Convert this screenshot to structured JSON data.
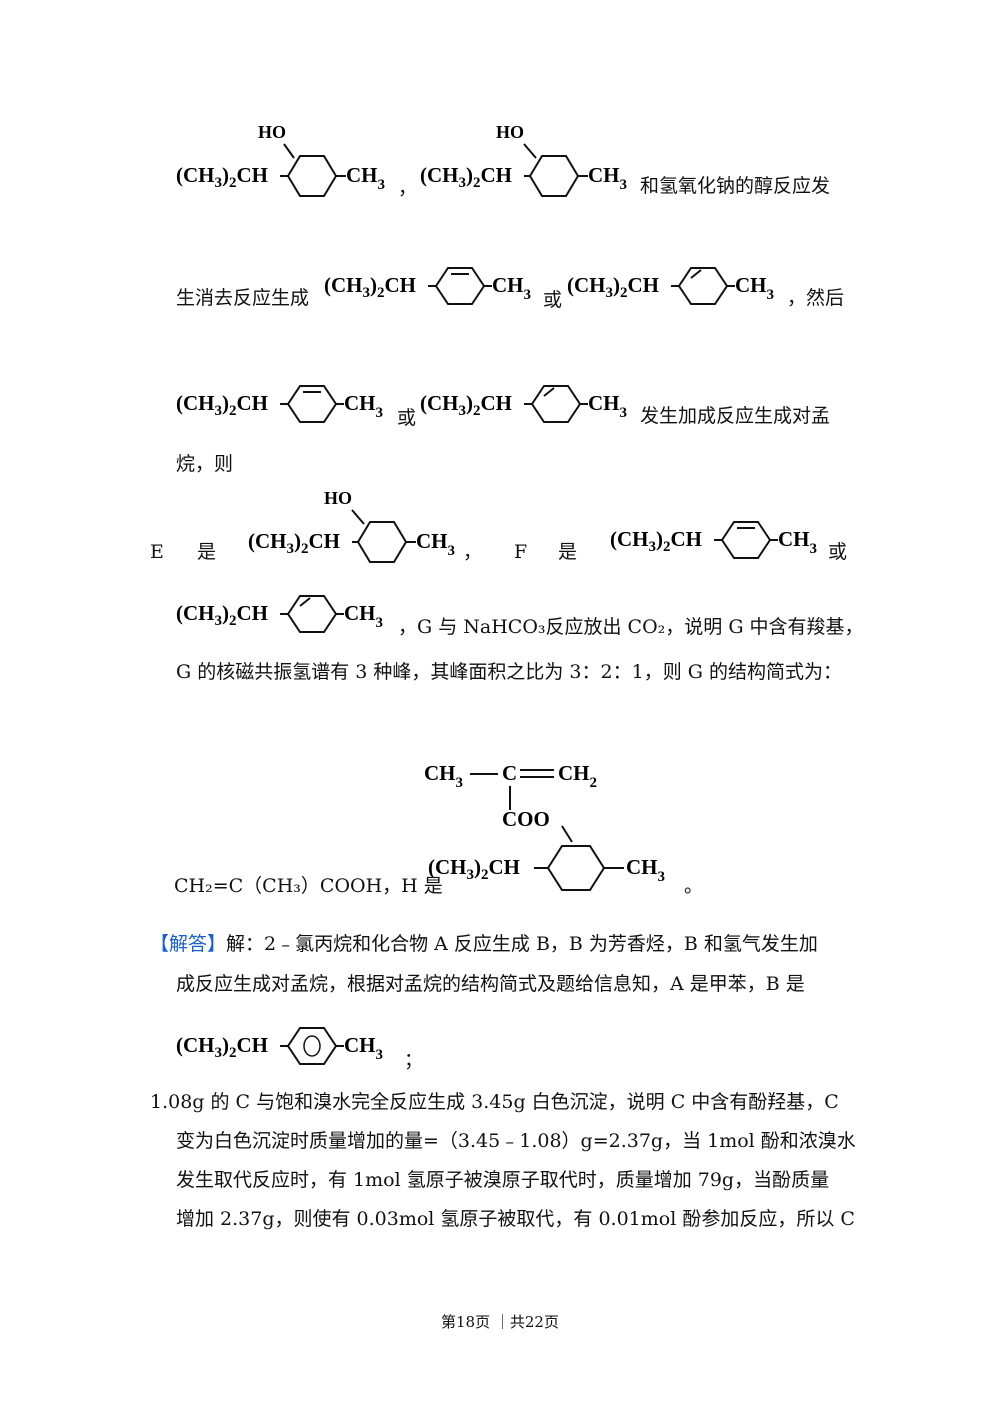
{
  "line1": {
    "suffix": "和氢氧化钠的醇反应发"
  },
  "line2": {
    "prefix": "生消去反应生成",
    "or": "或",
    "suffix": "，然后"
  },
  "line3": {
    "or": "或",
    "suffix": "发生加成反应生成对孟"
  },
  "line4": {
    "text": "烷，则"
  },
  "line5": {
    "e_label": "E",
    "is1": "是",
    "comma": "，",
    "f_label": "F",
    "is2": "是",
    "or": "或"
  },
  "line6": {
    "suffix": "，G 与 NaHCO₃反应放出 CO₂，说明 G 中含有羧基，"
  },
  "line7": {
    "text": "G 的核磁共振氢谱有 3 种峰，其峰面积之比为 3：2：1，则 G 的结构简式为："
  },
  "line8": {
    "prefix": "CH₂=C（CH₃）COOH，H 是",
    "suffix": "。"
  },
  "answer": {
    "tag": "【解答】",
    "line1": "解：2﹣氯丙烷和化合物 A 反应生成 B，B 为芳香烃，B 和氢气发生加",
    "line2": "成反应生成对孟烷，根据对孟烷的结构简式及题给信息知，A 是甲苯，B 是",
    "line3_suffix": "；",
    "line4": "1.08g 的 C 与饱和溴水完全反应生成 3.45g 白色沉淀，说明 C 中含有酚羟基，C",
    "line5": "变为白色沉淀时质量增加的量=（3.45﹣1.08）g=2.37g，当 1mol 酚和浓溴水",
    "line6": "发生取代反应时，有 1mol 氢原子被溴原子取代时，质量增加 79g，当酚质量",
    "line7": "增加 2.37g，则使有 0.03mol 氢原子被取代，有 0.01mol 酚参加反应，所以 C"
  },
  "chem": {
    "ch3": "CH",
    "sub3": "3",
    "isopropyl_main": "(CH",
    "isopropyl_tail": ")",
    "sub2": "2",
    "ch": "CH",
    "ho": "HO",
    "ester_ch3": "CH",
    "ester_c": "C",
    "ester_ch2": "CH",
    "coo": "COO"
  },
  "footer": {
    "page": "第18页 ｜共22页"
  }
}
